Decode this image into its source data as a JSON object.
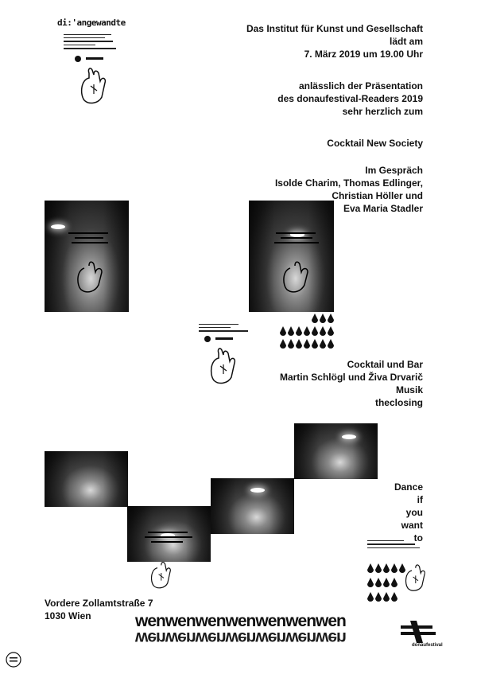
{
  "logo": {
    "text": "di:'angewandte"
  },
  "invitation": {
    "lines1": [
      "Das Institut für Kunst und Gesellschaft",
      "lädt am",
      "7. März 2019 um 19.00 Uhr"
    ],
    "lines2": [
      "anlässlich der Präsentation",
      "des donaufestival-Readers 2019",
      "sehr herzlich zum"
    ],
    "event": "Cocktail New Society",
    "talk": [
      "Im Gespräch",
      "Isolde Charim, Thomas Edlinger,",
      "Christian Höller und",
      "Eva Maria Stadler"
    ],
    "bar": [
      "Cocktail und Bar",
      "Martin Schlögl und Živa Drvarič",
      "Musik",
      "theclosing"
    ]
  },
  "dance": {
    "lines": [
      "Dance",
      "if",
      "you",
      "want",
      "to"
    ]
  },
  "address": {
    "street": "Vordere Zollamtstraße 7",
    "city": "1030 Wien"
  },
  "wave": {
    "text": "wenwenwenwenwenwenwen"
  },
  "sponsor": {
    "name": "donaufestival"
  }
}
